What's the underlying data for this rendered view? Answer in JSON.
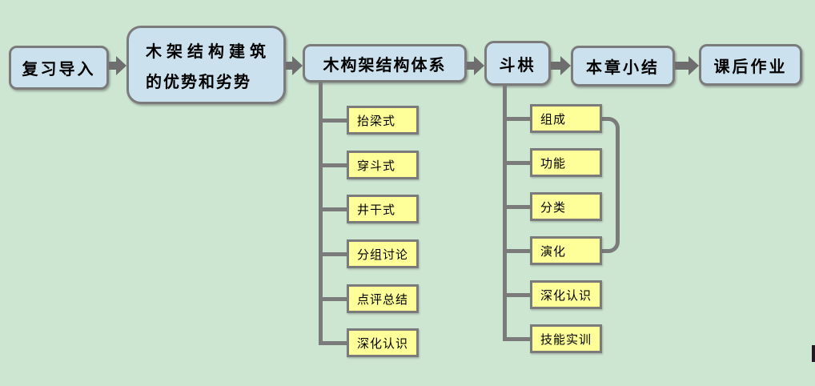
{
  "colors": {
    "background": "#cde6d2",
    "node_blue": "#cbe2ee",
    "node_yellow": "#ffff99",
    "border_gray": "#7b7b7b",
    "arrow_gray": "#6e6e6e",
    "text": "#000000"
  },
  "main_flow": {
    "review": "复习导入",
    "advantages": {
      "line1": "木架结构建筑",
      "line2": "的优势和劣势"
    },
    "system": "木构架结构体系",
    "dougong": "斗栱",
    "summary": "本章小结",
    "homework": "课后作业"
  },
  "timber_branch": {
    "items": [
      "抬梁式",
      "穿斗式",
      "井干式",
      "分组讨论",
      "点评总结",
      "深化认识"
    ]
  },
  "dougong_branch": {
    "items": [
      "组成",
      "功能",
      "分类",
      "演化",
      "深化认识",
      "技能实训"
    ]
  }
}
